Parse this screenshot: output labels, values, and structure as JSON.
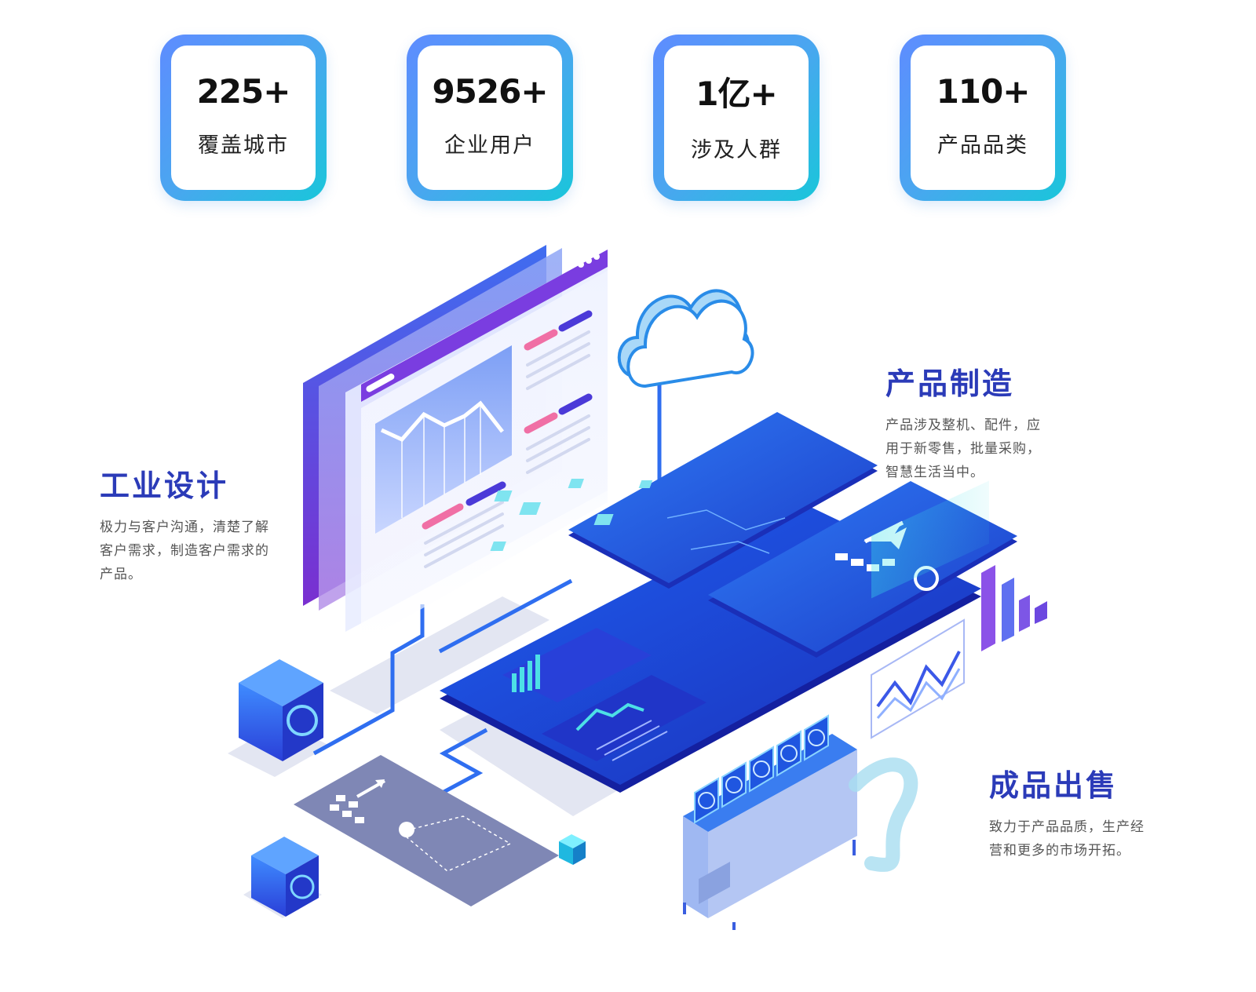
{
  "stats": [
    {
      "value": "225+",
      "label": "覆盖城市"
    },
    {
      "value": "9526+",
      "label": "企业用户"
    },
    {
      "value": "1亿+",
      "label": "涉及人群"
    },
    {
      "value": "110+",
      "label": "产品品类"
    }
  ],
  "sections": {
    "design": {
      "title": "工业设计",
      "lines": [
        "极力与客户沟通，清楚了解",
        "客户需求，制造客户需求的",
        "产品。"
      ]
    },
    "manufacturing": {
      "title": "产品制造",
      "lines": [
        "产品涉及整机、配件，应",
        "用于新零售，批量采购，",
        "智慧生活当中。"
      ]
    },
    "sales": {
      "title": "成品出售",
      "lines": [
        "致力于产品品质，生产经",
        "营和更多的市场开拓。"
      ]
    }
  },
  "colors": {
    "title_blue": "#2b3bb8",
    "card_gradient_start": "#5e8cff",
    "card_gradient_end": "#19c6da"
  },
  "icons": [
    "cloud-icon",
    "safe-vault-icon",
    "upload-arrow-icon",
    "magnifier-icon",
    "fan-icon",
    "line-chart-icon",
    "bar-chart-icon"
  ]
}
